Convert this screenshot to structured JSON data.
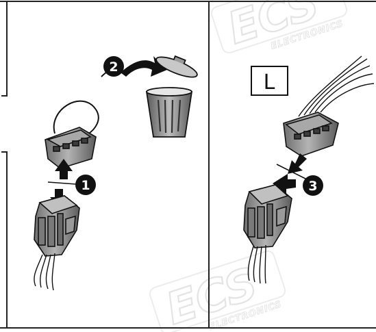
{
  "steps": [
    {
      "number": "1"
    },
    {
      "number": "2"
    },
    {
      "number": "3"
    }
  ],
  "side_label": "L",
  "watermark": {
    "logo": "ECS",
    "sub": "ELECTRONICS"
  },
  "colors": {
    "line": "#111111",
    "panel_border": "#222222",
    "connector": "#8c8c8c",
    "connector_dark": "#5a5a5a",
    "bin": "#9a9a9a",
    "watermark": "#e4e4e4"
  },
  "icons": [
    "trash-bin-icon",
    "step-badge-icon",
    "insert-arrow-icon",
    "remove-arrow-icon"
  ]
}
